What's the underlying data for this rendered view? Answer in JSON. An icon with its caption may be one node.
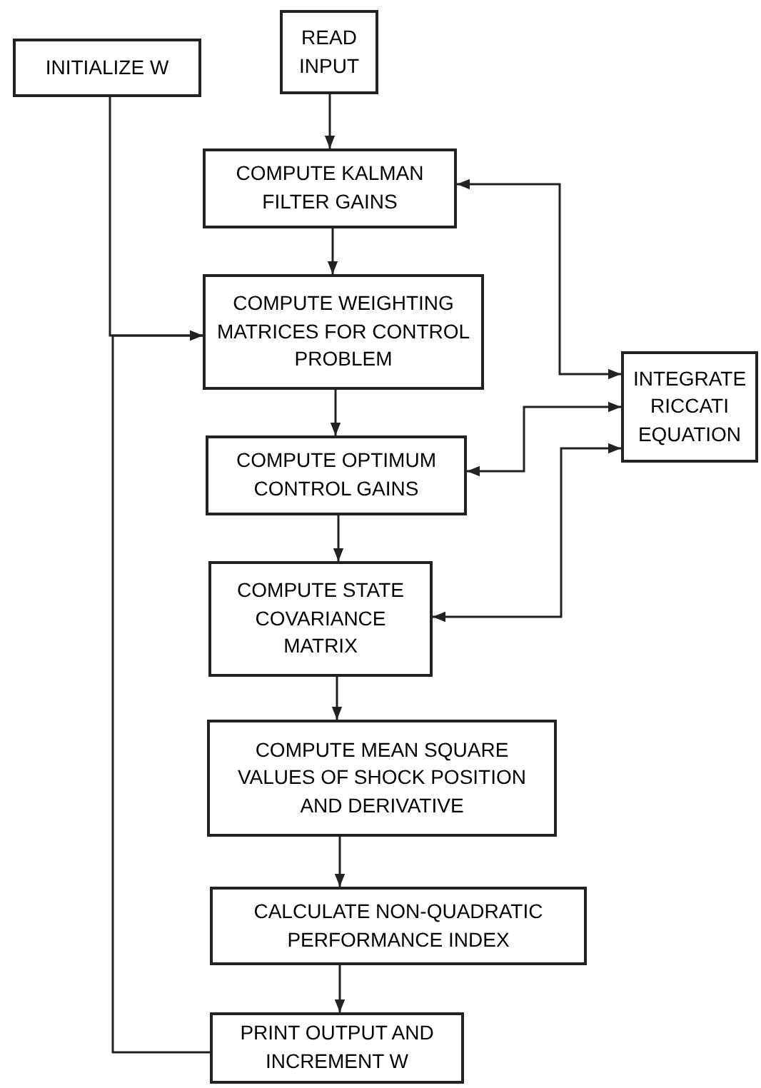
{
  "diagram": {
    "nodes": [
      {
        "text": [
          "INITIALIZE W"
        ]
      },
      {
        "text": [
          "READ INPUT"
        ]
      },
      {
        "text": [
          "COMPUTE KALMAN FILTER GAINS"
        ]
      },
      {
        "text": [
          "COMPUTE WEIGHTING MATRICES FOR CONTROL PROBLEM"
        ]
      },
      {
        "text": [
          "INTEGRATE RICCATI EQUATION"
        ]
      },
      {
        "text": [
          "COMPUTE OPTIMUM CONTROL GAINS"
        ]
      },
      {
        "text": [
          "COMPUTE STATE COVARIANCE MATRIX"
        ]
      },
      {
        "text": [
          "COMPUTE MEAN SQUARE VALUES OF SHOCK POSITION AND DERIVATIVE"
        ]
      },
      {
        "text": [
          "CALCULATE NON-QUADRATIC PERFORMANCE INDEX"
        ]
      },
      {
        "text": [
          "PRINT OUTPUT AND INCREMENT W"
        ]
      }
    ],
    "edges": [
      {
        "from": 1,
        "to": 2,
        "arrow": "to"
      },
      {
        "from": 2,
        "to": 3,
        "arrow": "to"
      },
      {
        "from": 0,
        "to": 3,
        "arrow": "to"
      },
      {
        "from": 9,
        "to": 3,
        "arrow": "to"
      },
      {
        "from": 3,
        "to": 5,
        "arrow": "to"
      },
      {
        "from": 5,
        "to": 6,
        "arrow": "to"
      },
      {
        "from": 6,
        "to": 7,
        "arrow": "to"
      },
      {
        "from": 7,
        "to": 8,
        "arrow": "to"
      },
      {
        "from": 8,
        "to": 9,
        "arrow": "to"
      },
      {
        "from": 4,
        "to": 2,
        "arrow": "both"
      },
      {
        "from": 4,
        "to": 5,
        "arrow": "both"
      },
      {
        "from": 4,
        "to": 6,
        "arrow": "both"
      }
    ]
  }
}
